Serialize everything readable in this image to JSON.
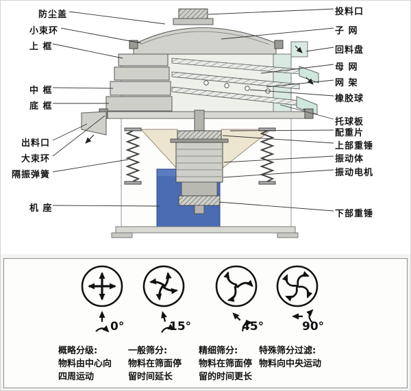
{
  "machine": {
    "labels_left": [
      "防尘盖",
      "小束环",
      "上 框",
      "中 框",
      "底 框",
      "出料口",
      "大束环",
      "隔振弹簧",
      "机 座"
    ],
    "labels_right": [
      "投料口",
      "子 网",
      "回料盘",
      "母 网",
      "网 架",
      "橡胶球",
      "托球板",
      "配重片",
      "上部重锤",
      "振动体",
      "振动电机",
      "下部重锤"
    ]
  },
  "motion_panel": {
    "sections": [
      {
        "angle": "0°",
        "title": "概略分级:",
        "line1": "物料由中心向",
        "line2": "四周运动"
      },
      {
        "angle": "15°",
        "title": "一般筛分:",
        "line1": "物料在筛面停",
        "line2": "留时间延长"
      },
      {
        "angle": "45°",
        "title": "精细筛分:",
        "line1": "物料在筛面停",
        "line2": "留的时间更长"
      },
      {
        "angle": "90°",
        "title": "特殊筛分过滤:",
        "line1": "物料向中央运动",
        "line2": ""
      }
    ]
  },
  "colors": {
    "base_blue": "#4a6cb3",
    "panel_cyan": "#d8eae2",
    "frame_gray": "#d6d6d2",
    "funnel_beige": "#ece6d0"
  }
}
